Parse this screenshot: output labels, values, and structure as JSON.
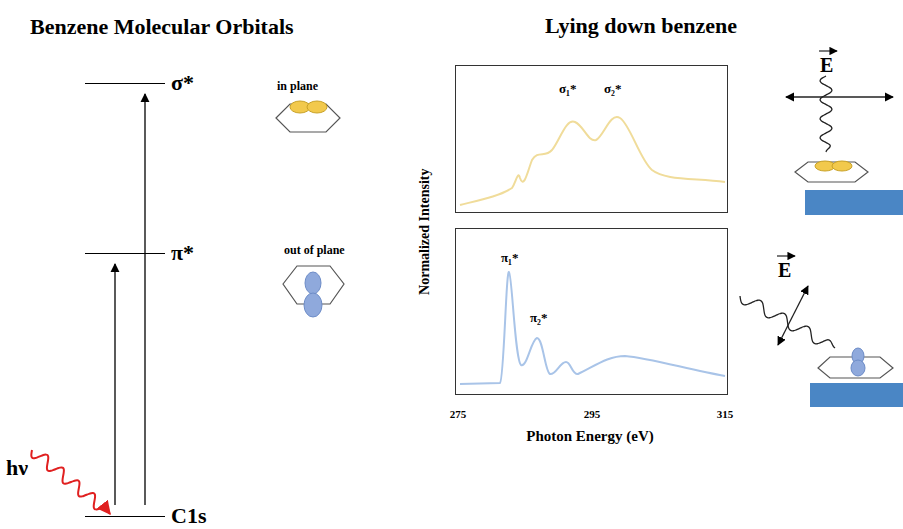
{
  "diagram": {
    "title": "Benzene Molecular Orbitals",
    "nodes": [
      {
        "text": [
          "σ*"
        ]
      },
      {
        "text": [
          "π*"
        ]
      },
      {
        "text": [
          "C1s"
        ]
      },
      {
        "text": [
          "σ₁*",
          "σ₂*"
        ]
      },
      {
        "text": [
          "π₁*",
          "π₂*"
        ]
      }
    ],
    "edges": [
      {
        "from": 2,
        "to": 1,
        "arrow": "to"
      },
      {
        "from": 2,
        "to": 0,
        "arrow": "to"
      }
    ],
    "labels": [
      "Lying down benzene",
      "hν",
      "in plane",
      "out of plane",
      "Normalized Intensity",
      "Photon Energy (eV)",
      "275",
      "295",
      "315",
      "E",
      "E"
    ]
  }
}
